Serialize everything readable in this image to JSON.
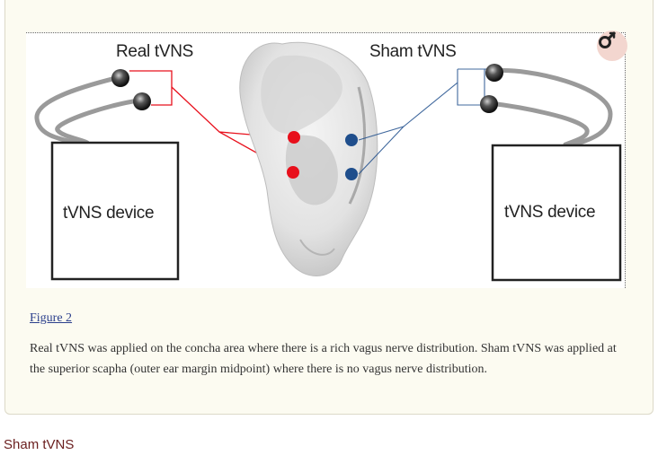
{
  "figure": {
    "labels": {
      "real_tvns": "Real tVNS",
      "sham_tvns": "Sham tVNS",
      "device_left": "tVNS device",
      "device_right": "tVNS device"
    },
    "colors": {
      "real": "#e8101c",
      "sham": "#1f4e8c",
      "box_background": "#fcfbf1",
      "heading": "#6a1e1e"
    },
    "expand_icon": "magnify-icon",
    "link_text": "Figure 2",
    "caption": "Real tVNS was applied on the concha area where there is a rich vagus nerve distribution. Sham tVNS was applied at the superior scapha (outer ear margin midpoint) where there is no vagus nerve distribution."
  },
  "section_heading": "Sham tVNS"
}
